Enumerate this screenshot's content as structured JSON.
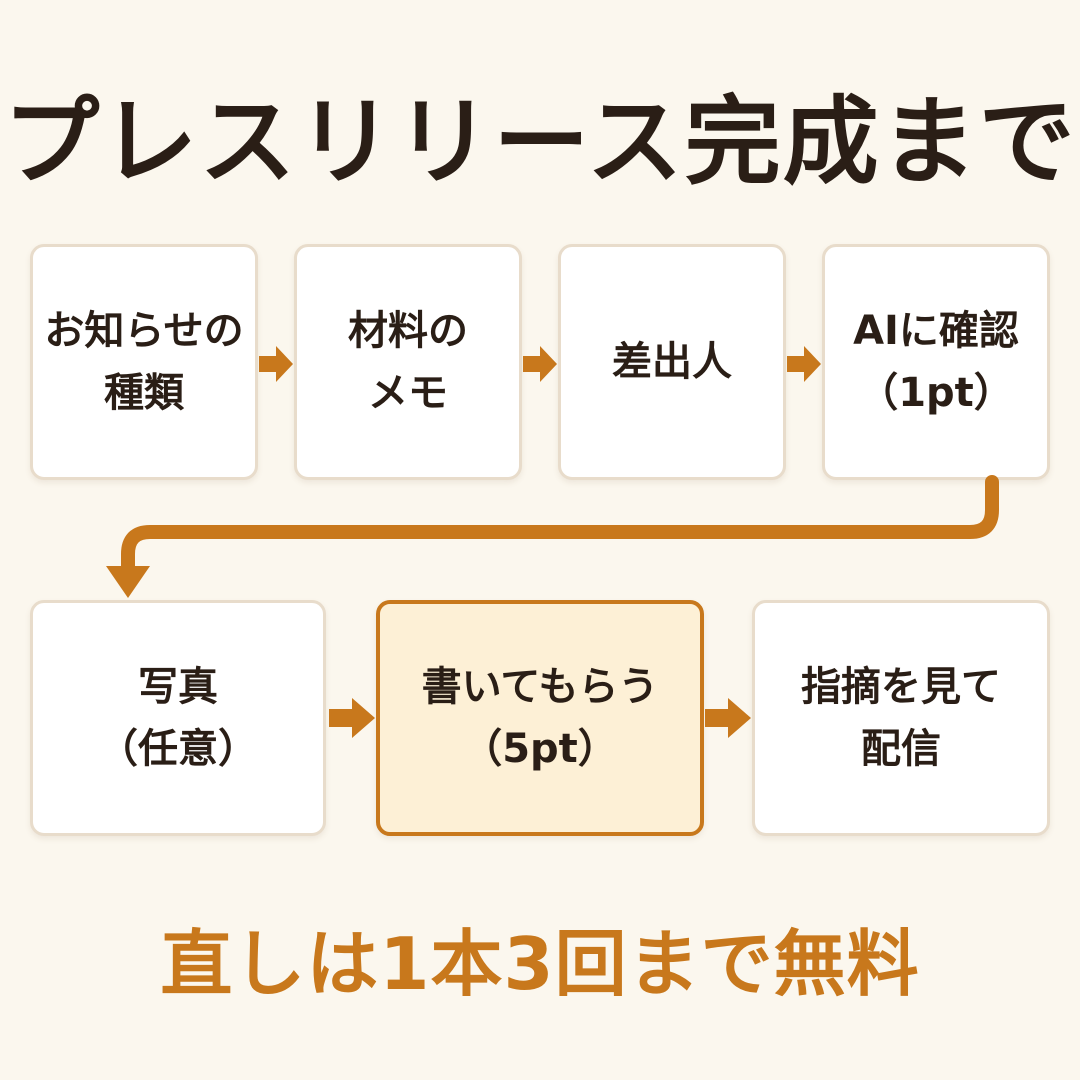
{
  "title": "プレスリリース完成まで",
  "steps": [
    {
      "line1": "お知らせの",
      "line2": "種類"
    },
    {
      "line1": "材料の",
      "line2": "メモ"
    },
    {
      "line1": "差出人",
      "line2": ""
    },
    {
      "line1": "AIに確認",
      "line2": "（1pt）"
    },
    {
      "line1": "写真",
      "line2": "（任意）"
    },
    {
      "line1": "書いてもらう",
      "line2": "（5pt）"
    },
    {
      "line1": "指摘を見て",
      "line2": "配信"
    }
  ],
  "footer": "直しは1本3回まで無料",
  "colors": {
    "accent": "#c8781c",
    "text": "#2a1e16",
    "background": "#fbf7ee",
    "highlight_fill": "#fdf0d6",
    "box_border": "#e8dccb"
  }
}
